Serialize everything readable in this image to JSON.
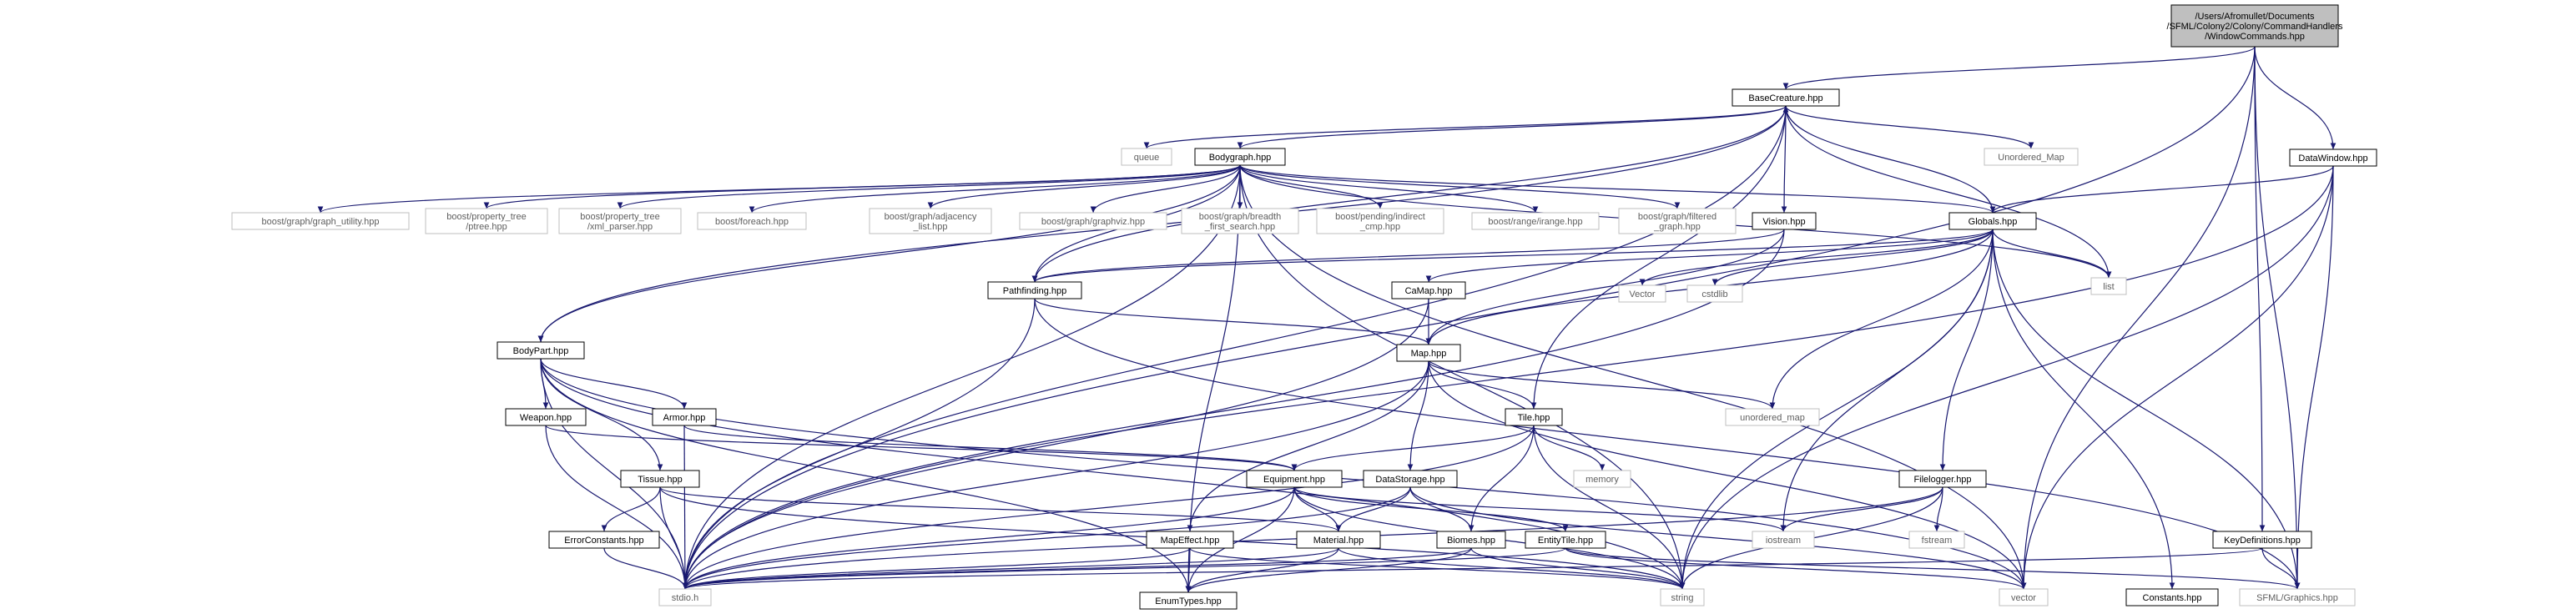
{
  "diagram": {
    "nodes": [
      {
        "id": "window_commands",
        "lines": [
          "/Users/Afromullet/Documents",
          "/SFML/Colony2/Colony/CommandHandlers",
          "/WindowCommands.hpp"
        ],
        "style": "root"
      },
      {
        "id": "basecreature",
        "lines": [
          "BaseCreature.hpp"
        ],
        "style": "file"
      },
      {
        "id": "datawindow",
        "lines": [
          "DataWindow.hpp"
        ],
        "style": "file"
      },
      {
        "id": "keydefinitions",
        "lines": [
          "KeyDefinitions.hpp"
        ],
        "style": "file"
      },
      {
        "id": "stdio",
        "lines": [
          "stdio.h"
        ],
        "style": "system"
      },
      {
        "id": "vector",
        "lines": [
          "vector"
        ],
        "style": "system"
      },
      {
        "id": "string",
        "lines": [
          "string"
        ],
        "style": "system"
      },
      {
        "id": "sfml_graphics",
        "lines": [
          "SFML/Graphics.hpp"
        ],
        "style": "system"
      },
      {
        "id": "queue",
        "lines": [
          "queue"
        ],
        "style": "system"
      },
      {
        "id": "bodygraph",
        "lines": [
          "Bodygraph.hpp"
        ],
        "style": "file"
      },
      {
        "id": "unordered_map_cap",
        "lines": [
          "Unordered_Map"
        ],
        "style": "system"
      },
      {
        "id": "graph_utility",
        "lines": [
          "boost/graph/graph_utility.hpp"
        ],
        "style": "system"
      },
      {
        "id": "ptree",
        "lines": [
          "boost/property_tree",
          "/ptree.hpp"
        ],
        "style": "system"
      },
      {
        "id": "xml_parser",
        "lines": [
          "boost/property_tree",
          "/xml_parser.hpp"
        ],
        "style": "system"
      },
      {
        "id": "foreach",
        "lines": [
          "boost/foreach.hpp"
        ],
        "style": "system"
      },
      {
        "id": "adjacency",
        "lines": [
          "boost/graph/adjacency",
          "_list.hpp"
        ],
        "style": "system"
      },
      {
        "id": "graphviz",
        "lines": [
          "boost/graph/graphviz.hpp"
        ],
        "style": "system"
      },
      {
        "id": "bfs",
        "lines": [
          "boost/graph/breadth",
          "_first_search.hpp"
        ],
        "style": "system"
      },
      {
        "id": "indirect_cmp",
        "lines": [
          "boost/pending/indirect",
          "_cmp.hpp"
        ],
        "style": "system"
      },
      {
        "id": "irange",
        "lines": [
          "boost/range/irange.hpp"
        ],
        "style": "system"
      },
      {
        "id": "filtered_graph",
        "lines": [
          "boost/graph/filtered",
          "_graph.hpp"
        ],
        "style": "system"
      },
      {
        "id": "vision",
        "lines": [
          "Vision.hpp"
        ],
        "style": "file"
      },
      {
        "id": "globals",
        "lines": [
          "Globals.hpp"
        ],
        "style": "file"
      },
      {
        "id": "list",
        "lines": [
          "list"
        ],
        "style": "system"
      },
      {
        "id": "pathfinding",
        "lines": [
          "Pathfinding.hpp"
        ],
        "style": "file"
      },
      {
        "id": "camap",
        "lines": [
          "CaMap.hpp"
        ],
        "style": "file"
      },
      {
        "id": "vector_cap",
        "lines": [
          "Vector"
        ],
        "style": "system"
      },
      {
        "id": "cstdlib",
        "lines": [
          "cstdlib"
        ],
        "style": "system"
      },
      {
        "id": "bodypart",
        "lines": [
          "BodyPart.hpp"
        ],
        "style": "file"
      },
      {
        "id": "map",
        "lines": [
          "Map.hpp"
        ],
        "style": "file"
      },
      {
        "id": "weapon",
        "lines": [
          "Weapon.hpp"
        ],
        "style": "file"
      },
      {
        "id": "armor",
        "lines": [
          "Armor.hpp"
        ],
        "style": "file"
      },
      {
        "id": "tile",
        "lines": [
          "Tile.hpp"
        ],
        "style": "file"
      },
      {
        "id": "unordered_map",
        "lines": [
          "unordered_map"
        ],
        "style": "system"
      },
      {
        "id": "tissue",
        "lines": [
          "Tissue.hpp"
        ],
        "style": "file"
      },
      {
        "id": "equipment",
        "lines": [
          "Equipment.hpp"
        ],
        "style": "file"
      },
      {
        "id": "datastorage",
        "lines": [
          "DataStorage.hpp"
        ],
        "style": "file"
      },
      {
        "id": "memory",
        "lines": [
          "memory"
        ],
        "style": "system"
      },
      {
        "id": "filelogger",
        "lines": [
          "Filelogger.hpp"
        ],
        "style": "file"
      },
      {
        "id": "iostream",
        "lines": [
          "iostream"
        ],
        "style": "system"
      },
      {
        "id": "fstream",
        "lines": [
          "fstream"
        ],
        "style": "system"
      },
      {
        "id": "errorconstants",
        "lines": [
          "ErrorConstants.hpp"
        ],
        "style": "file"
      },
      {
        "id": "mapeffect",
        "lines": [
          "MapEffect.hpp"
        ],
        "style": "file"
      },
      {
        "id": "material",
        "lines": [
          "Material.hpp"
        ],
        "style": "file"
      },
      {
        "id": "biomes",
        "lines": [
          "Biomes.hpp"
        ],
        "style": "file"
      },
      {
        "id": "entitytile",
        "lines": [
          "EntityTile.hpp"
        ],
        "style": "file"
      },
      {
        "id": "enumtypes",
        "lines": [
          "EnumTypes.hpp"
        ],
        "style": "file"
      },
      {
        "id": "constants",
        "lines": [
          "Constants.hpp"
        ],
        "style": "file"
      }
    ],
    "edges": [
      [
        "window_commands",
        "basecreature"
      ],
      [
        "window_commands",
        "datawindow"
      ],
      [
        "window_commands",
        "keydefinitions"
      ],
      [
        "window_commands",
        "stdio"
      ],
      [
        "window_commands",
        "vector"
      ],
      [
        "window_commands",
        "sfml_graphics"
      ],
      [
        "basecreature",
        "queue"
      ],
      [
        "basecreature",
        "bodygraph"
      ],
      [
        "basecreature",
        "unordered_map_cap"
      ],
      [
        "basecreature",
        "vision"
      ],
      [
        "basecreature",
        "list"
      ],
      [
        "basecreature",
        "pathfinding"
      ],
      [
        "basecreature",
        "bodypart"
      ],
      [
        "basecreature",
        "stdio"
      ],
      [
        "bodygraph",
        "graph_utility"
      ],
      [
        "bodygraph",
        "ptree"
      ],
      [
        "bodygraph",
        "xml_parser"
      ],
      [
        "bodygraph",
        "foreach"
      ],
      [
        "bodygraph",
        "adjacency"
      ],
      [
        "bodygraph",
        "graphviz"
      ],
      [
        "bodygraph",
        "bfs"
      ],
      [
        "bodygraph",
        "indirect_cmp"
      ],
      [
        "bodygraph",
        "irange"
      ],
      [
        "bodygraph",
        "filtered_graph"
      ],
      [
        "bodygraph",
        "globals"
      ],
      [
        "bodygraph",
        "list"
      ],
      [
        "bodygraph",
        "vector"
      ],
      [
        "bodygraph",
        "string"
      ],
      [
        "bodygraph",
        "bodypart"
      ],
      [
        "bodygraph",
        "enumtypes"
      ],
      [
        "bodygraph",
        "stdio"
      ],
      [
        "bodygraph",
        "pathfinding"
      ],
      [
        "vision",
        "pathfinding"
      ],
      [
        "vision",
        "map"
      ],
      [
        "vision",
        "stdio"
      ],
      [
        "globals",
        "basecreature"
      ],
      [
        "globals",
        "vector_cap"
      ],
      [
        "globals",
        "cstdlib"
      ],
      [
        "globals",
        "list"
      ],
      [
        "globals",
        "unordered_map"
      ],
      [
        "globals",
        "iostream"
      ],
      [
        "globals",
        "filelogger"
      ],
      [
        "globals",
        "string"
      ],
      [
        "globals",
        "constants"
      ],
      [
        "globals",
        "sfml_graphics"
      ],
      [
        "globals",
        "camap"
      ],
      [
        "globals",
        "pathfinding"
      ],
      [
        "globals",
        "map"
      ],
      [
        "datawindow",
        "globals"
      ],
      [
        "datawindow",
        "sfml_graphics"
      ],
      [
        "datawindow",
        "vector"
      ],
      [
        "datawindow",
        "string"
      ],
      [
        "datawindow",
        "stdio"
      ],
      [
        "keydefinitions",
        "sfml_graphics"
      ],
      [
        "keydefinitions",
        "stdio"
      ],
      [
        "pathfinding",
        "map"
      ],
      [
        "pathfinding",
        "sfml_graphics"
      ],
      [
        "pathfinding",
        "stdio"
      ],
      [
        "camap",
        "map"
      ],
      [
        "camap",
        "stdio"
      ],
      [
        "map",
        "tile"
      ],
      [
        "map",
        "unordered_map"
      ],
      [
        "map",
        "datastorage"
      ],
      [
        "map",
        "mapeffect"
      ],
      [
        "map",
        "stdio"
      ],
      [
        "map",
        "vector"
      ],
      [
        "tile",
        "equipment"
      ],
      [
        "tile",
        "biomes"
      ],
      [
        "tile",
        "memory"
      ],
      [
        "tile",
        "string"
      ],
      [
        "tile",
        "stdio"
      ],
      [
        "tile",
        "basecreature"
      ],
      [
        "bodypart",
        "weapon"
      ],
      [
        "bodypart",
        "armor"
      ],
      [
        "bodypart",
        "tissue"
      ],
      [
        "bodypart",
        "enumtypes"
      ],
      [
        "bodypart",
        "string"
      ],
      [
        "bodypart",
        "stdio"
      ],
      [
        "bodypart",
        "vector"
      ],
      [
        "weapon",
        "equipment"
      ],
      [
        "weapon",
        "stdio"
      ],
      [
        "armor",
        "equipment"
      ],
      [
        "armor",
        "stdio"
      ],
      [
        "tissue",
        "errorconstants"
      ],
      [
        "tissue",
        "material"
      ],
      [
        "tissue",
        "stdio"
      ],
      [
        "tissue",
        "string"
      ],
      [
        "errorconstants",
        "stdio"
      ],
      [
        "equipment",
        "material"
      ],
      [
        "equipment",
        "enumtypes"
      ],
      [
        "equipment",
        "entitytile"
      ],
      [
        "equipment",
        "iostream"
      ],
      [
        "equipment",
        "string"
      ],
      [
        "equipment",
        "stdio"
      ],
      [
        "datastorage",
        "material"
      ],
      [
        "datastorage",
        "biomes"
      ],
      [
        "datastorage",
        "vector"
      ],
      [
        "datastorage",
        "stdio"
      ],
      [
        "filelogger",
        "iostream"
      ],
      [
        "filelogger",
        "fstream"
      ],
      [
        "filelogger",
        "string"
      ],
      [
        "filelogger",
        "stdio"
      ],
      [
        "mapeffect",
        "enumtypes"
      ],
      [
        "mapeffect",
        "stdio"
      ],
      [
        "mapeffect",
        "string"
      ],
      [
        "material",
        "enumtypes"
      ],
      [
        "material",
        "stdio"
      ],
      [
        "material",
        "string"
      ],
      [
        "biomes",
        "enumtypes"
      ],
      [
        "biomes",
        "stdio"
      ],
      [
        "biomes",
        "string"
      ],
      [
        "entitytile",
        "sfml_graphics"
      ],
      [
        "entitytile",
        "vector"
      ],
      [
        "entitytile",
        "stdio"
      ]
    ]
  },
  "colors": {
    "background": "#ffffff",
    "root_fill": "#bfbfbf",
    "file_fill": "#ffffff",
    "file_border": "#000000",
    "system_border": "#bfbfbf",
    "edge": "#191970",
    "text": "#000000",
    "system_text": "#5f5f5f"
  }
}
